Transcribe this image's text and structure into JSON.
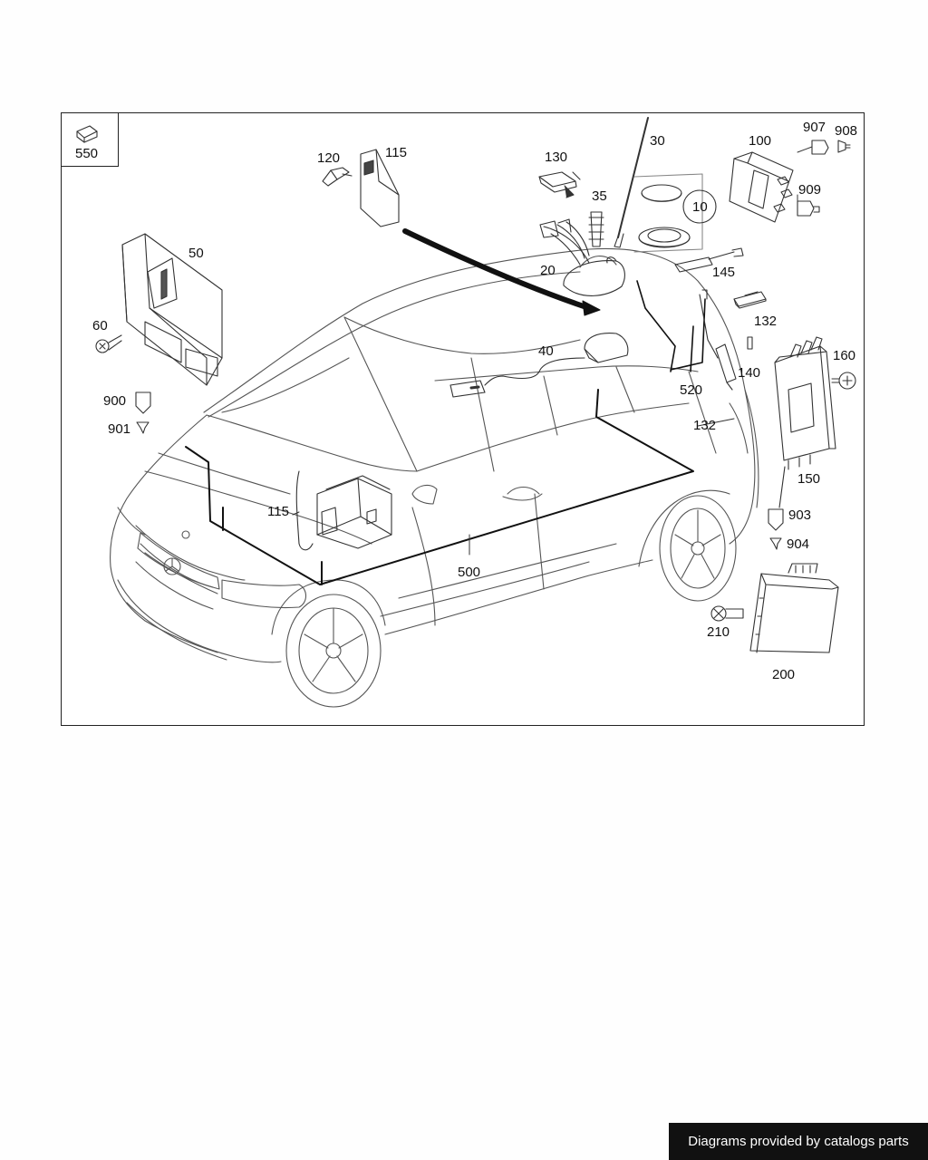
{
  "labels": {
    "p550": "550",
    "p120": "120",
    "p115a": "115",
    "p130": "130",
    "p30": "30",
    "p100": "100",
    "p907": "907",
    "p908": "908",
    "p909": "909",
    "p35": "35",
    "p10": "10",
    "p50": "50",
    "p20": "20",
    "p145": "145",
    "p132a": "132",
    "p60": "60",
    "p40": "40",
    "p160": "160",
    "p140": "140",
    "p520": "520",
    "p900": "900",
    "p132b": "132",
    "p901": "901",
    "p150": "150",
    "p115b": "115",
    "p903": "903",
    "p904": "904",
    "p500": "500",
    "p210": "210",
    "p200": "200"
  },
  "footer": {
    "text": "Diagrams provided by catalogs parts"
  }
}
